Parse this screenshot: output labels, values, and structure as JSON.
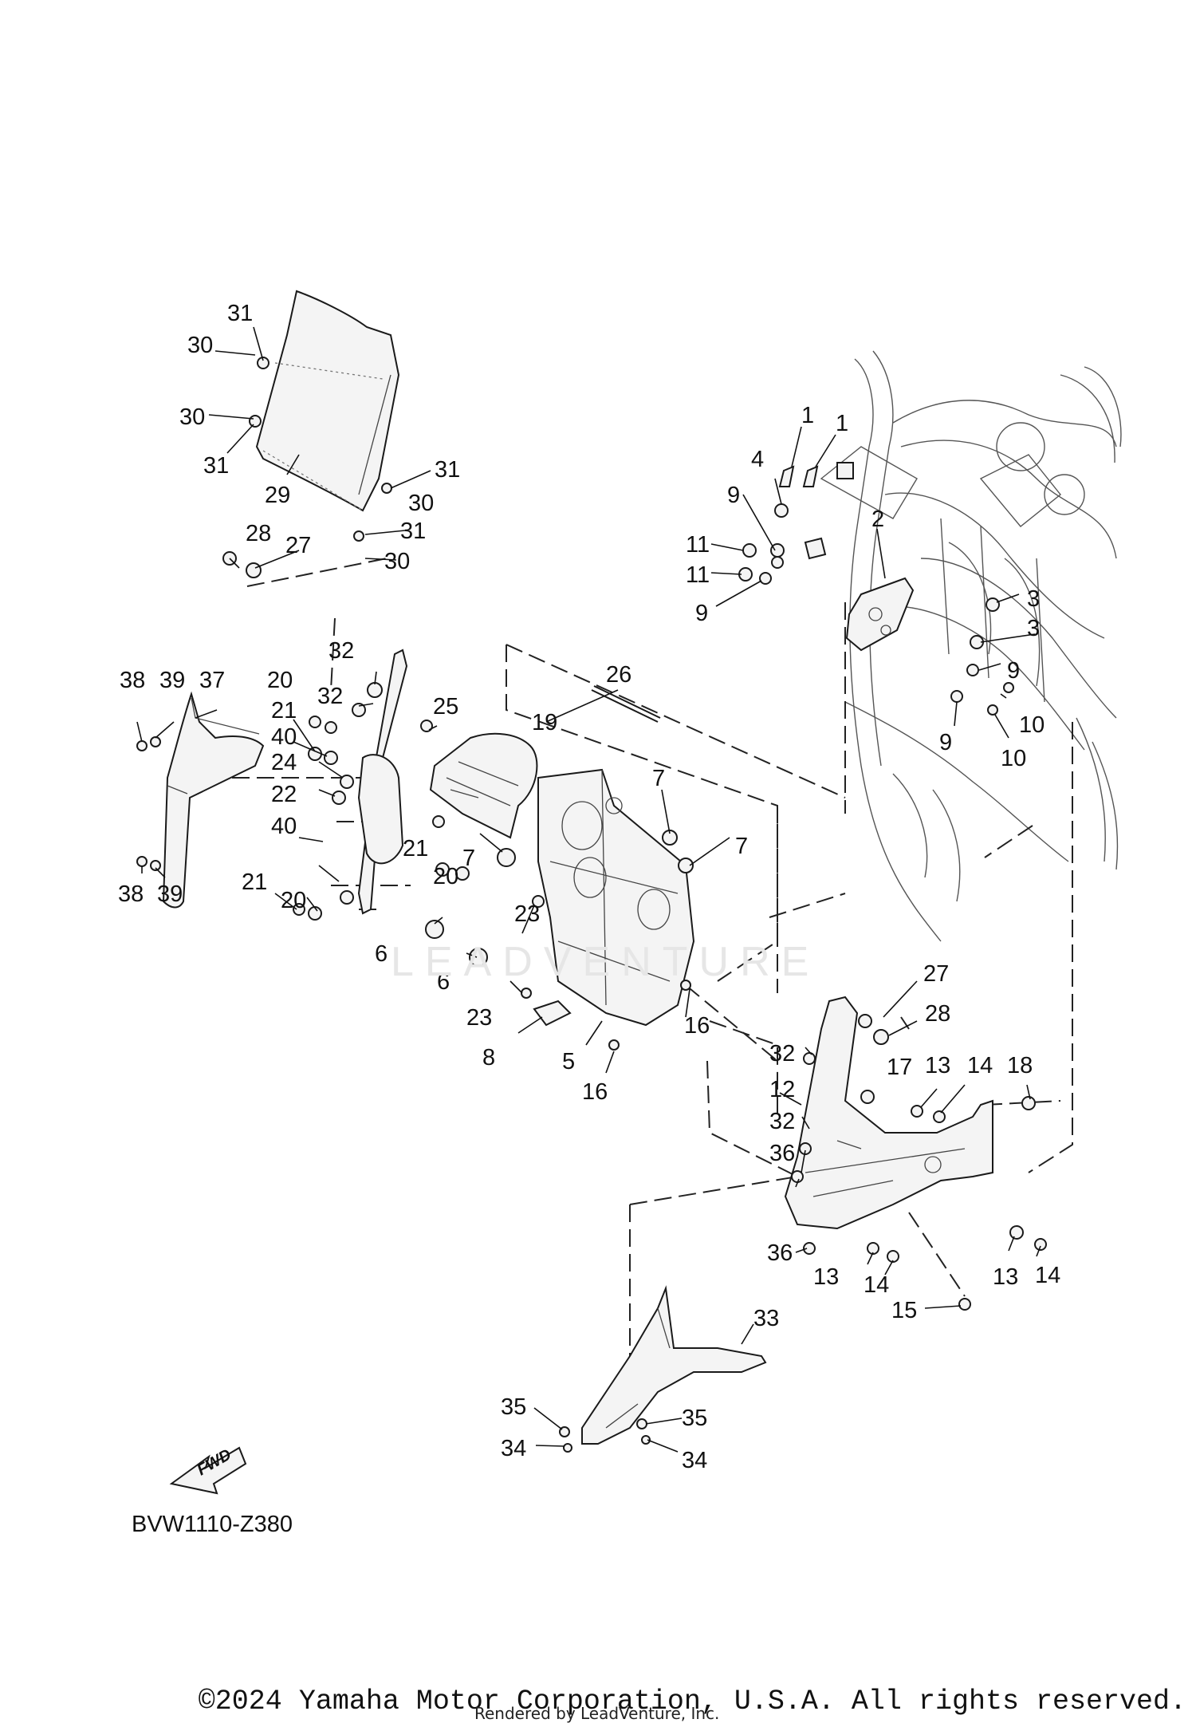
{
  "diagram": {
    "code": "BVW1110-Z380",
    "copyright": "©2024 Yamaha Motor Corporation, U.S.A. All rights reserved.",
    "rendered_by": "Rendered by LeadVenture, Inc.",
    "watermark": "LEADVENTURE",
    "fwd_label": "FWD"
  },
  "callouts": [
    "1",
    "2",
    "3",
    "4",
    "5",
    "6",
    "7",
    "8",
    "9",
    "10",
    "11",
    "12",
    "13",
    "14",
    "15",
    "16",
    "17",
    "18",
    "19",
    "20",
    "21",
    "22",
    "23",
    "24",
    "25",
    "26",
    "27",
    "28",
    "29",
    "30",
    "31",
    "32",
    "33",
    "34",
    "35",
    "36",
    "37",
    "38",
    "39",
    "40"
  ]
}
